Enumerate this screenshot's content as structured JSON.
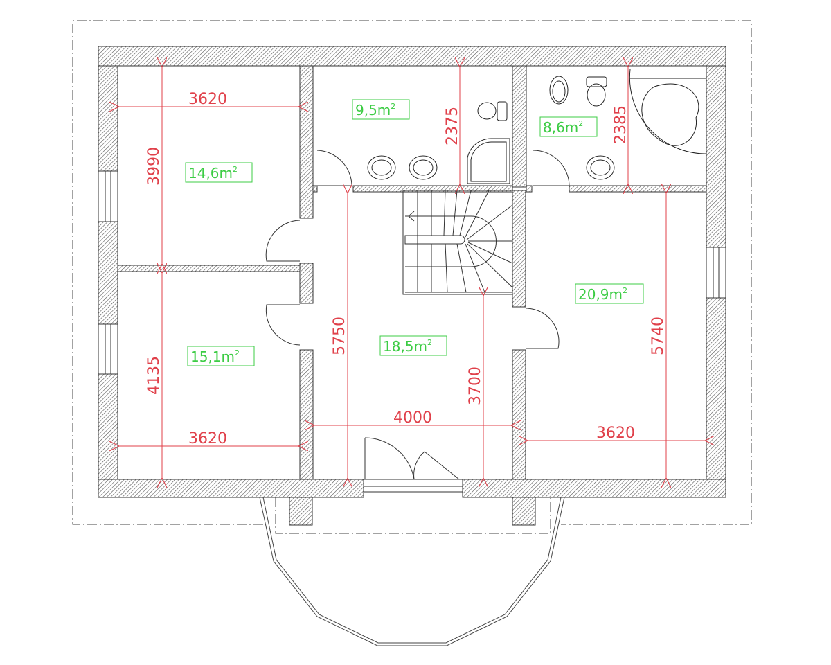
{
  "drawing": {
    "type": "floor-plan",
    "units": "mm",
    "colors": {
      "wall_outline": "#333333",
      "wall_hatch": "#555555",
      "dimension": "#e0404a",
      "area_label": "#3ccc44",
      "fixtures": "#222222",
      "outline_dashed": "#444444"
    }
  },
  "rooms": [
    {
      "id": "bedroom-top-left",
      "area": "14,6m",
      "width_dim": "3620",
      "height_dim": "3990"
    },
    {
      "id": "bathroom-top-middle",
      "area": "9,5m",
      "height_dim": "2375"
    },
    {
      "id": "bathroom-top-right",
      "area": "8,6m",
      "height_dim": "2385"
    },
    {
      "id": "bedroom-bottom-left",
      "area": "15,1m",
      "width_dim": "3620",
      "height_dim": "4135"
    },
    {
      "id": "hall-center",
      "area": "18,5m",
      "width_dim": "4000",
      "height_dim": "5750",
      "height_dim_2": "3700"
    },
    {
      "id": "bedroom-right",
      "area": "20,9m",
      "width_dim": "3620",
      "height_dim": "5740"
    }
  ],
  "area_unit_superscript": "2"
}
